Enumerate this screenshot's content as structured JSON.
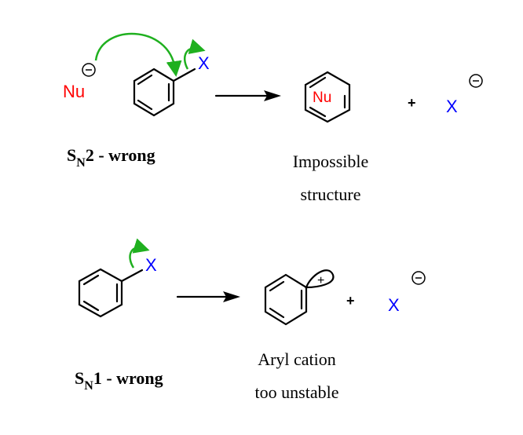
{
  "colors": {
    "nucleophile": "#ff0000",
    "leaving_group": "#0000ff",
    "curved_arrow": "#1fb01f"
  },
  "sn2": {
    "nucleophile": "Nu",
    "leaving_group": "X",
    "charge_minus": "−",
    "product_nu": "Nu",
    "plus": "+",
    "product_x": "X",
    "label_s": "S",
    "label_sub": "N",
    "label_rest": "2 - wrong",
    "product_caption_1": "Impossible",
    "product_caption_2": "structure"
  },
  "sn1": {
    "leaving_group": "X",
    "cation_charge": "+",
    "plus": "+",
    "product_x": "X",
    "charge_minus": "−",
    "label_s": "S",
    "label_sub": "N",
    "label_rest": "1 - wrong",
    "product_caption_1": "Aryl cation",
    "product_caption_2": "too unstable"
  }
}
